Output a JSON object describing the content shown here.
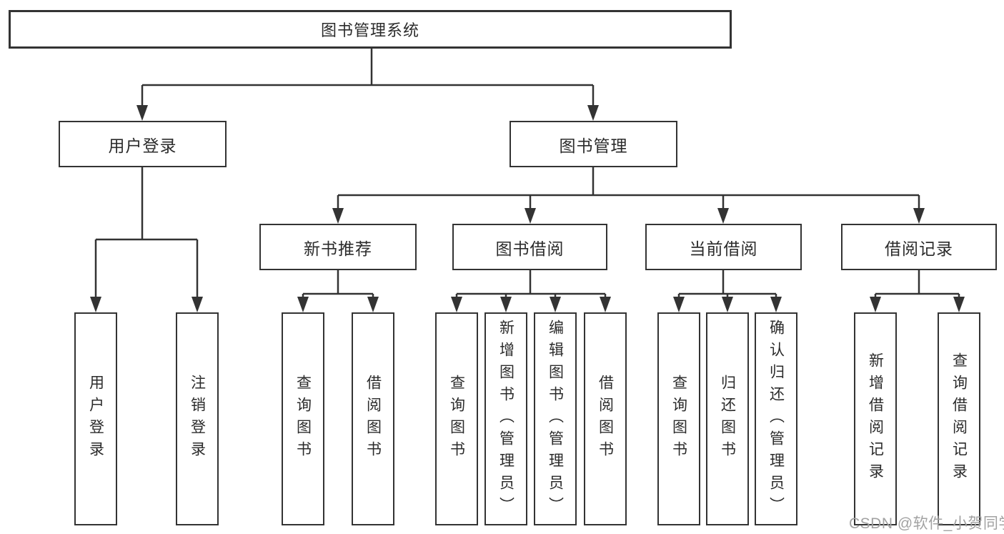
{
  "diagram": {
    "root": {
      "label": "图书管理系统"
    },
    "branches": [
      {
        "label": "用户登录",
        "children": [
          {
            "label": "用户登录"
          },
          {
            "label": "注销登录"
          }
        ]
      },
      {
        "label": "图书管理",
        "children": [
          {
            "label": "新书推荐",
            "children": [
              {
                "label": "查询图书"
              },
              {
                "label": "借阅图书"
              }
            ]
          },
          {
            "label": "图书借阅",
            "children": [
              {
                "label": "查询图书"
              },
              {
                "label": "新增图书（管理员）"
              },
              {
                "label": "编辑图书（管理员）"
              },
              {
                "label": "借阅图书"
              }
            ]
          },
          {
            "label": "当前借阅",
            "children": [
              {
                "label": "查询图书"
              },
              {
                "label": "归还图书"
              },
              {
                "label": "确认归还（管理员）"
              }
            ]
          },
          {
            "label": "借阅记录",
            "children": [
              {
                "label": "新增借阅记录"
              },
              {
                "label": "查询借阅记录"
              }
            ]
          }
        ]
      }
    ]
  },
  "watermark": {
    "text": "CSDN @软件_小贺同学",
    "color": "#a2a2a2"
  },
  "colors": {
    "line": "#333333",
    "box_border": "#333333",
    "box_background": "#ffffff",
    "text": "#2b2b2b"
  }
}
